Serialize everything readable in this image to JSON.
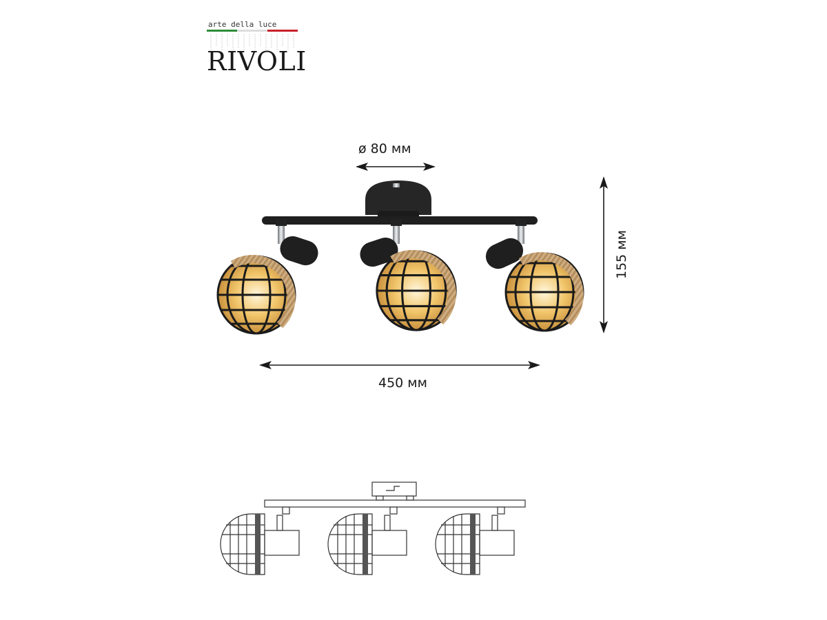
{
  "brand": {
    "tagline": "arte della luce",
    "name": "RIVOLI",
    "flag_colors": [
      "#2e8b3a",
      "#ffffff",
      "#c8202a"
    ]
  },
  "dimensions": {
    "diameter": "ø 80 мм",
    "height": "155 мм",
    "width": "450 мм"
  },
  "colors": {
    "metal": "#1f1f1f",
    "rope": "#c9a77a",
    "glass": "#e8b45a",
    "chrome": "#bfc3c7"
  },
  "product": {
    "shade_count": 3
  }
}
